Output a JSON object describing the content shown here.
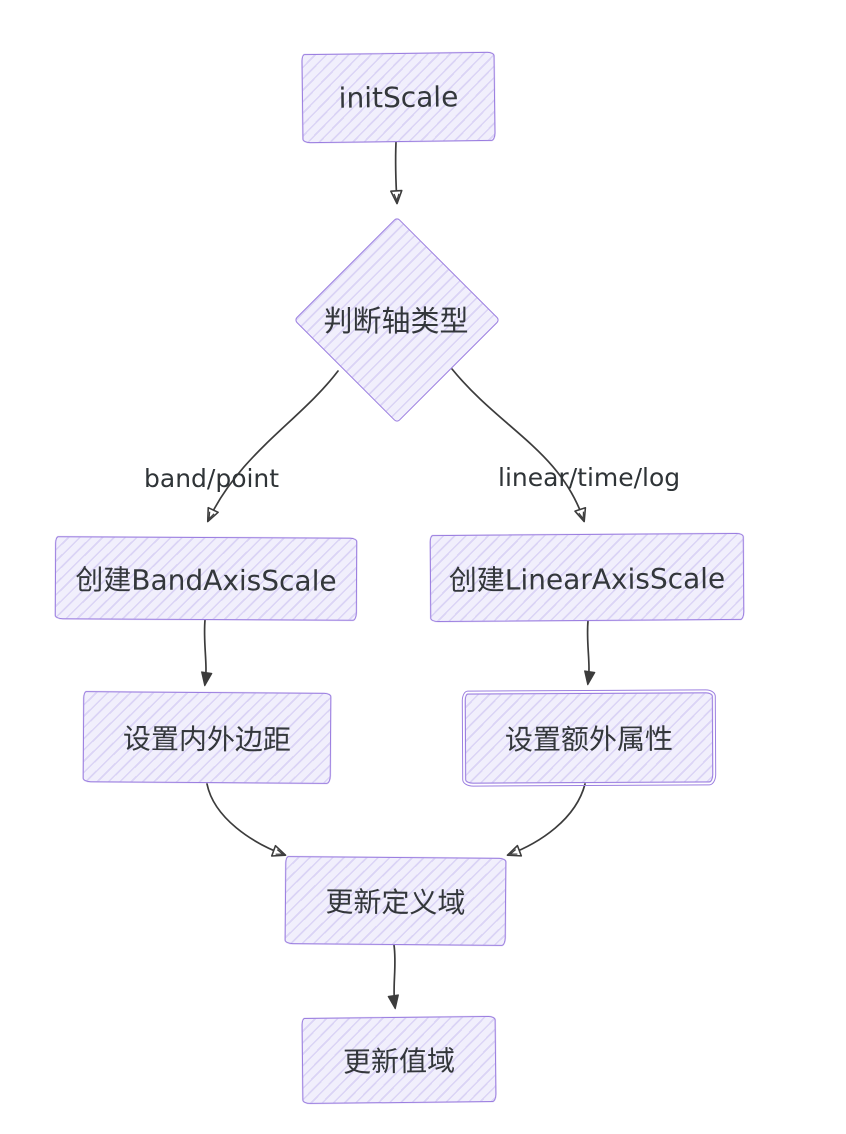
{
  "diagram_type": "flowchart",
  "nodes": {
    "init": {
      "label": "initScale",
      "shape": "rectangle"
    },
    "decision": {
      "label": "判断轴类型",
      "shape": "diamond"
    },
    "create_band": {
      "label": "创建BandAxisScale",
      "shape": "rectangle"
    },
    "create_linear": {
      "label": "创建LinearAxisScale",
      "shape": "rectangle"
    },
    "set_padding": {
      "label": "设置内外边距",
      "shape": "rectangle"
    },
    "set_extra": {
      "label": "设置额外属性",
      "shape": "rectangle-double-border"
    },
    "update_domain": {
      "label": "更新定义域",
      "shape": "rectangle"
    },
    "update_range": {
      "label": "更新值域",
      "shape": "rectangle"
    }
  },
  "edges": [
    {
      "from": "init",
      "to": "decision",
      "label": "",
      "arrowhead": "hollow"
    },
    {
      "from": "decision",
      "to": "create_band",
      "label": "band/point",
      "arrowhead": "hollow"
    },
    {
      "from": "decision",
      "to": "create_linear",
      "label": "linear/time/log",
      "arrowhead": "hollow"
    },
    {
      "from": "create_band",
      "to": "set_padding",
      "label": "",
      "arrowhead": "solid"
    },
    {
      "from": "create_linear",
      "to": "set_extra",
      "label": "",
      "arrowhead": "solid"
    },
    {
      "from": "set_padding",
      "to": "update_domain",
      "label": "",
      "arrowhead": "hollow"
    },
    {
      "from": "set_extra",
      "to": "update_domain",
      "label": "",
      "arrowhead": "hollow"
    },
    {
      "from": "update_domain",
      "to": "update_range",
      "label": "",
      "arrowhead": "solid"
    }
  ],
  "colors": {
    "node_stroke": "#9b7ee0",
    "node_fill": "#f1effc",
    "node_hatch": "#a794e6",
    "arrow": "#3c3c3c",
    "text": "#33373b",
    "background": "#ffffff"
  }
}
